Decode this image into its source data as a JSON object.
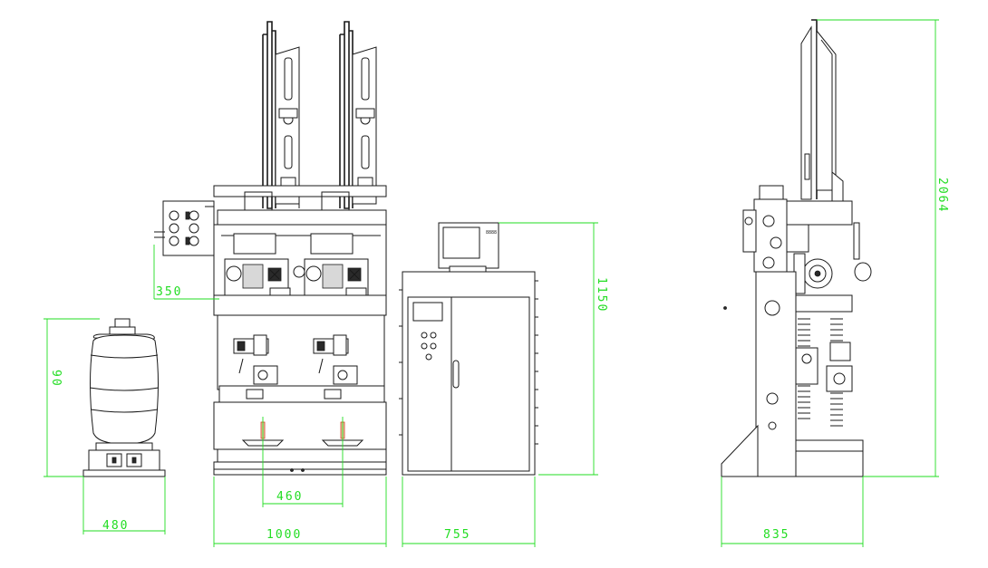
{
  "dimensions": {
    "tank_height": "90",
    "tank_width": "480",
    "side_offset": "350",
    "center_spacing": "460",
    "main_width": "1000",
    "cabinet_width": "755",
    "cabinet_height": "1150",
    "side_width": "835",
    "total_height": "2064"
  },
  "monitor_label": "8888",
  "colors": {
    "dimension": "#22dd22",
    "line": "#1a1a1a",
    "accent": "#d04020"
  }
}
